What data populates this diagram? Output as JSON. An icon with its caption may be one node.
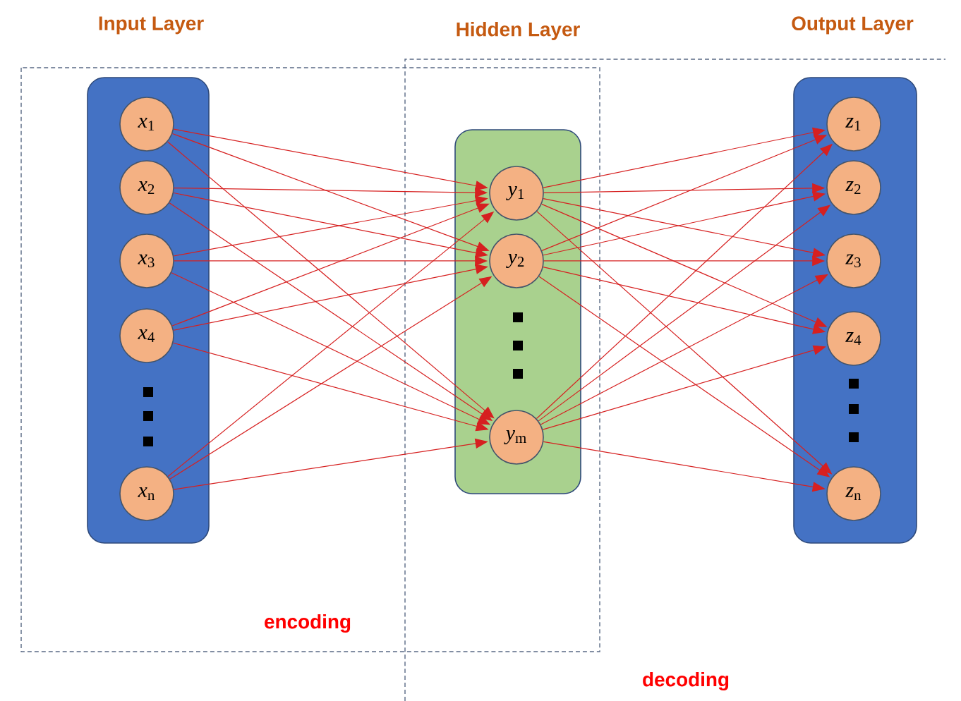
{
  "diagram": {
    "nodes": [
      {
        "text": [
          "Input Layer"
        ]
      },
      {
        "text": [
          "*x*$_{1}$"
        ],
        "in": 0
      },
      {
        "text": [
          "*x*$_{2}$"
        ],
        "in": 0
      },
      {
        "text": [
          "*x*$_{3}$"
        ],
        "in": 0
      },
      {
        "text": [
          "*x*$_{4}$"
        ],
        "in": 0
      },
      {
        "text": [
          "*x*$_{n}$"
        ],
        "in": 0
      },
      {
        "text": [
          "Hidden Layer"
        ]
      },
      {
        "text": [
          "*y*$_{1}$"
        ],
        "in": 6
      },
      {
        "text": [
          "*y*$_{2}$"
        ],
        "in": 6
      },
      {
        "text": [
          "*y*$_{m}$"
        ],
        "in": 6
      },
      {
        "text": [
          "Output Layer"
        ]
      },
      {
        "text": [
          "*z*$_{1}$"
        ],
        "in": 10
      },
      {
        "text": [
          "*z*$_{2}$"
        ],
        "in": 10
      },
      {
        "text": [
          "*z*$_{3}$"
        ],
        "in": 10
      },
      {
        "text": [
          "*z*$_{4}$"
        ],
        "in": 10
      },
      {
        "text": [
          "*z*$_{n}$"
        ],
        "in": 10
      }
    ],
    "edges": [
      {
        "from": 1,
        "to": 7,
        "arrow": "to"
      },
      {
        "from": 1,
        "to": 8,
        "arrow": "to"
      },
      {
        "from": 1,
        "to": 9,
        "arrow": "to"
      },
      {
        "from": 2,
        "to": 7,
        "arrow": "to"
      },
      {
        "from": 2,
        "to": 8,
        "arrow": "to"
      },
      {
        "from": 2,
        "to": 9,
        "arrow": "to"
      },
      {
        "from": 3,
        "to": 7,
        "arrow": "to"
      },
      {
        "from": 3,
        "to": 8,
        "arrow": "to"
      },
      {
        "from": 3,
        "to": 9,
        "arrow": "to"
      },
      {
        "from": 4,
        "to": 7,
        "arrow": "to"
      },
      {
        "from": 4,
        "to": 8,
        "arrow": "to"
      },
      {
        "from": 4,
        "to": 9,
        "arrow": "to"
      },
      {
        "from": 5,
        "to": 7,
        "arrow": "to"
      },
      {
        "from": 5,
        "to": 8,
        "arrow": "to"
      },
      {
        "from": 5,
        "to": 9,
        "arrow": "to"
      },
      {
        "from": 7,
        "to": 11,
        "arrow": "to"
      },
      {
        "from": 7,
        "to": 12,
        "arrow": "to"
      },
      {
        "from": 7,
        "to": 13,
        "arrow": "to"
      },
      {
        "from": 7,
        "to": 14,
        "arrow": "to"
      },
      {
        "from": 7,
        "to": 15,
        "arrow": "to"
      },
      {
        "from": 8,
        "to": 11,
        "arrow": "to"
      },
      {
        "from": 8,
        "to": 12,
        "arrow": "to"
      },
      {
        "from": 8,
        "to": 13,
        "arrow": "to"
      },
      {
        "from": 8,
        "to": 14,
        "arrow": "to"
      },
      {
        "from": 8,
        "to": 15,
        "arrow": "to"
      },
      {
        "from": 9,
        "to": 11,
        "arrow": "to"
      },
      {
        "from": 9,
        "to": 12,
        "arrow": "to"
      },
      {
        "from": 9,
        "to": 13,
        "arrow": "to"
      },
      {
        "from": 9,
        "to": 14,
        "arrow": "to"
      },
      {
        "from": 9,
        "to": 15,
        "arrow": "to"
      }
    ],
    "labels": [
      "encoding",
      "decoding"
    ]
  }
}
